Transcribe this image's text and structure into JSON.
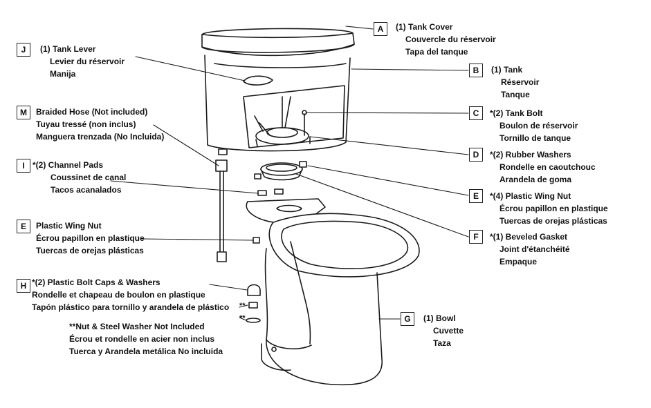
{
  "parts": {
    "A": {
      "letter": "A",
      "lines": [
        "(1) Tank Cover",
        "Couvercle du réservoir",
        "Tapa del tanque"
      ]
    },
    "B": {
      "letter": "B",
      "lines": [
        "(1) Tank",
        "Réservoir",
        "Tanque"
      ]
    },
    "C": {
      "letter": "C",
      "lines": [
        "*(2) Tank Bolt",
        "Boulon de réservoir",
        "Tornillo de tanque"
      ]
    },
    "D": {
      "letter": "D",
      "lines": [
        "*(2) Rubber Washers",
        "Rondelle en caoutchouc",
        "Arandela de goma"
      ]
    },
    "E1": {
      "letter": "E",
      "lines": [
        "*(4) Plastic Wing Nut",
        "Écrou papillon en plastique",
        "Tuercas de orejas plásticas"
      ]
    },
    "F": {
      "letter": "F",
      "lines": [
        "*(1) Beveled Gasket",
        "Joint d'étanchéité",
        "Empaque"
      ]
    },
    "G": {
      "letter": "G",
      "lines": [
        "(1) Bowl",
        "Cuvette",
        "Taza"
      ]
    },
    "J": {
      "letter": "J",
      "lines": [
        "(1) Tank Lever",
        "Levier du réservoir",
        "Manija"
      ]
    },
    "M": {
      "letter": "M",
      "lines": [
        "Braided Hose (Not included)",
        "Tuyau tressé (non inclus)",
        "Manguera trenzada (No Incluida)"
      ]
    },
    "I": {
      "letter": "I",
      "lines": [
        "*(2) Channel Pads",
        "Coussinet de canal",
        "Tacos acanalados"
      ]
    },
    "E2": {
      "letter": "E",
      "lines": [
        "Plastic Wing Nut",
        "Écrou papillon en plastique",
        "Tuercas de orejas plásticas"
      ]
    },
    "H": {
      "letter": "H",
      "lines": [
        "*(2) Plastic Bolt Caps & Washers",
        "Rondelle et chapeau de boulon en plastique",
        "Tapón plástico para tornillo y arandela de plástico"
      ]
    }
  },
  "note": {
    "lines": [
      "**Nut & Steel Washer Not Included",
      "Écrou et rondelle en acier non inclus",
      "Tuerca y Arandela metálica No incluida"
    ],
    "marker1": "**",
    "marker2": "**"
  }
}
